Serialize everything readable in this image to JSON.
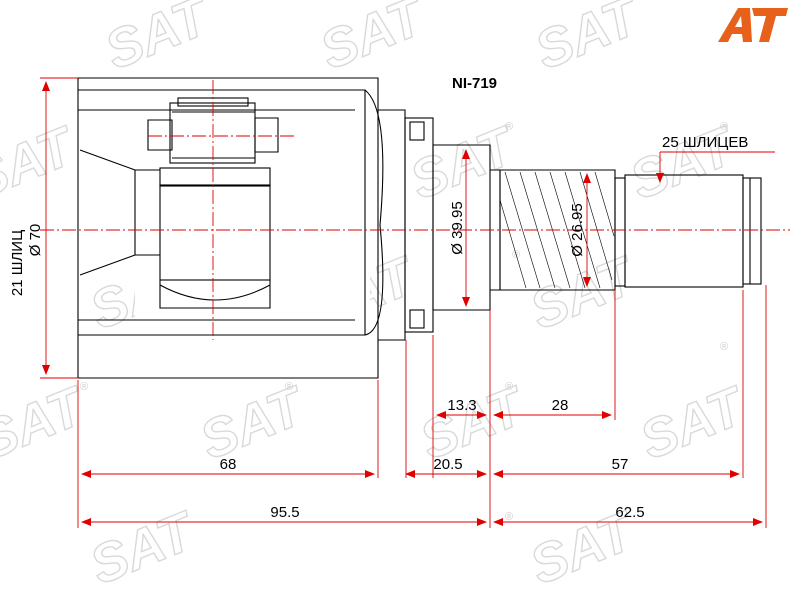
{
  "part_number": "NI-719",
  "watermark": {
    "text": "SAT",
    "mark": "®"
  },
  "logo": {
    "text": "AT",
    "accent_color": "#e8611a"
  },
  "colors": {
    "dimension_lines": "#e00000",
    "outline": "#000000",
    "watermark": "#d9d9d9"
  },
  "labels": {
    "spline_count_outer": "21 ШЛИЦ",
    "diameter_outer": "Ø 70",
    "spline_count_shaft": "25 ШЛИЦЕВ",
    "diameter_flange": "Ø 39.95",
    "diameter_spline": "Ø 26.95"
  },
  "dimensions": {
    "d_13_3": "13.3",
    "d_28": "28",
    "d_68": "68",
    "d_20_5": "20.5",
    "d_57": "57",
    "d_95_5": "95.5",
    "d_62_5": "62.5"
  }
}
